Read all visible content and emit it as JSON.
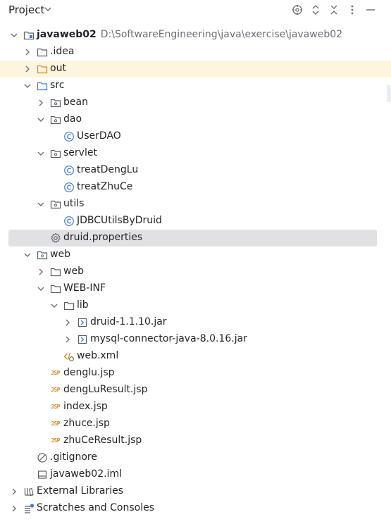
{
  "header": {
    "title": "Project",
    "icons": [
      "target-icon",
      "expand-icon",
      "collapse-icon",
      "more-icon",
      "minimize-icon"
    ]
  },
  "tree": {
    "project": {
      "name": "javaweb02",
      "path": "D:\\SoftwareEngineering\\java\\exercise\\javaweb02"
    },
    "idea": ".idea",
    "out": "out",
    "src": "src",
    "bean": "bean",
    "dao": "dao",
    "userdao": "UserDAO",
    "servlet": "servlet",
    "treatdenglu": "treatDengLu",
    "treatzhuce": "treatZhuCe",
    "utils": "utils",
    "jdbcutils": "JDBCUtilsByDruid",
    "druidprops": "druid.properties",
    "web": "web",
    "web_sub": "web",
    "webinf": "WEB-INF",
    "lib": "lib",
    "druidjar": "druid-1.1.10.jar",
    "mysqljar": "mysql-connector-java-8.0.16.jar",
    "webxml": "web.xml",
    "denglu": "denglu.jsp",
    "dengluresult": "dengLuResult.jsp",
    "index": "index.jsp",
    "zhuce": "zhuce.jsp",
    "zhuceresult": "zhuCeResult.jsp",
    "gitignore": ".gitignore",
    "iml": "javaweb02.iml",
    "extlibs": "External Libraries",
    "scratches": "Scratches and Consoles"
  },
  "colors": {
    "highlight_row": "#fdf5dd",
    "selected_row": "#dfe1e5",
    "class_icon": "#3d7be6",
    "jsp_icon": "#d98a1f",
    "path_text": "#6b6f76"
  }
}
